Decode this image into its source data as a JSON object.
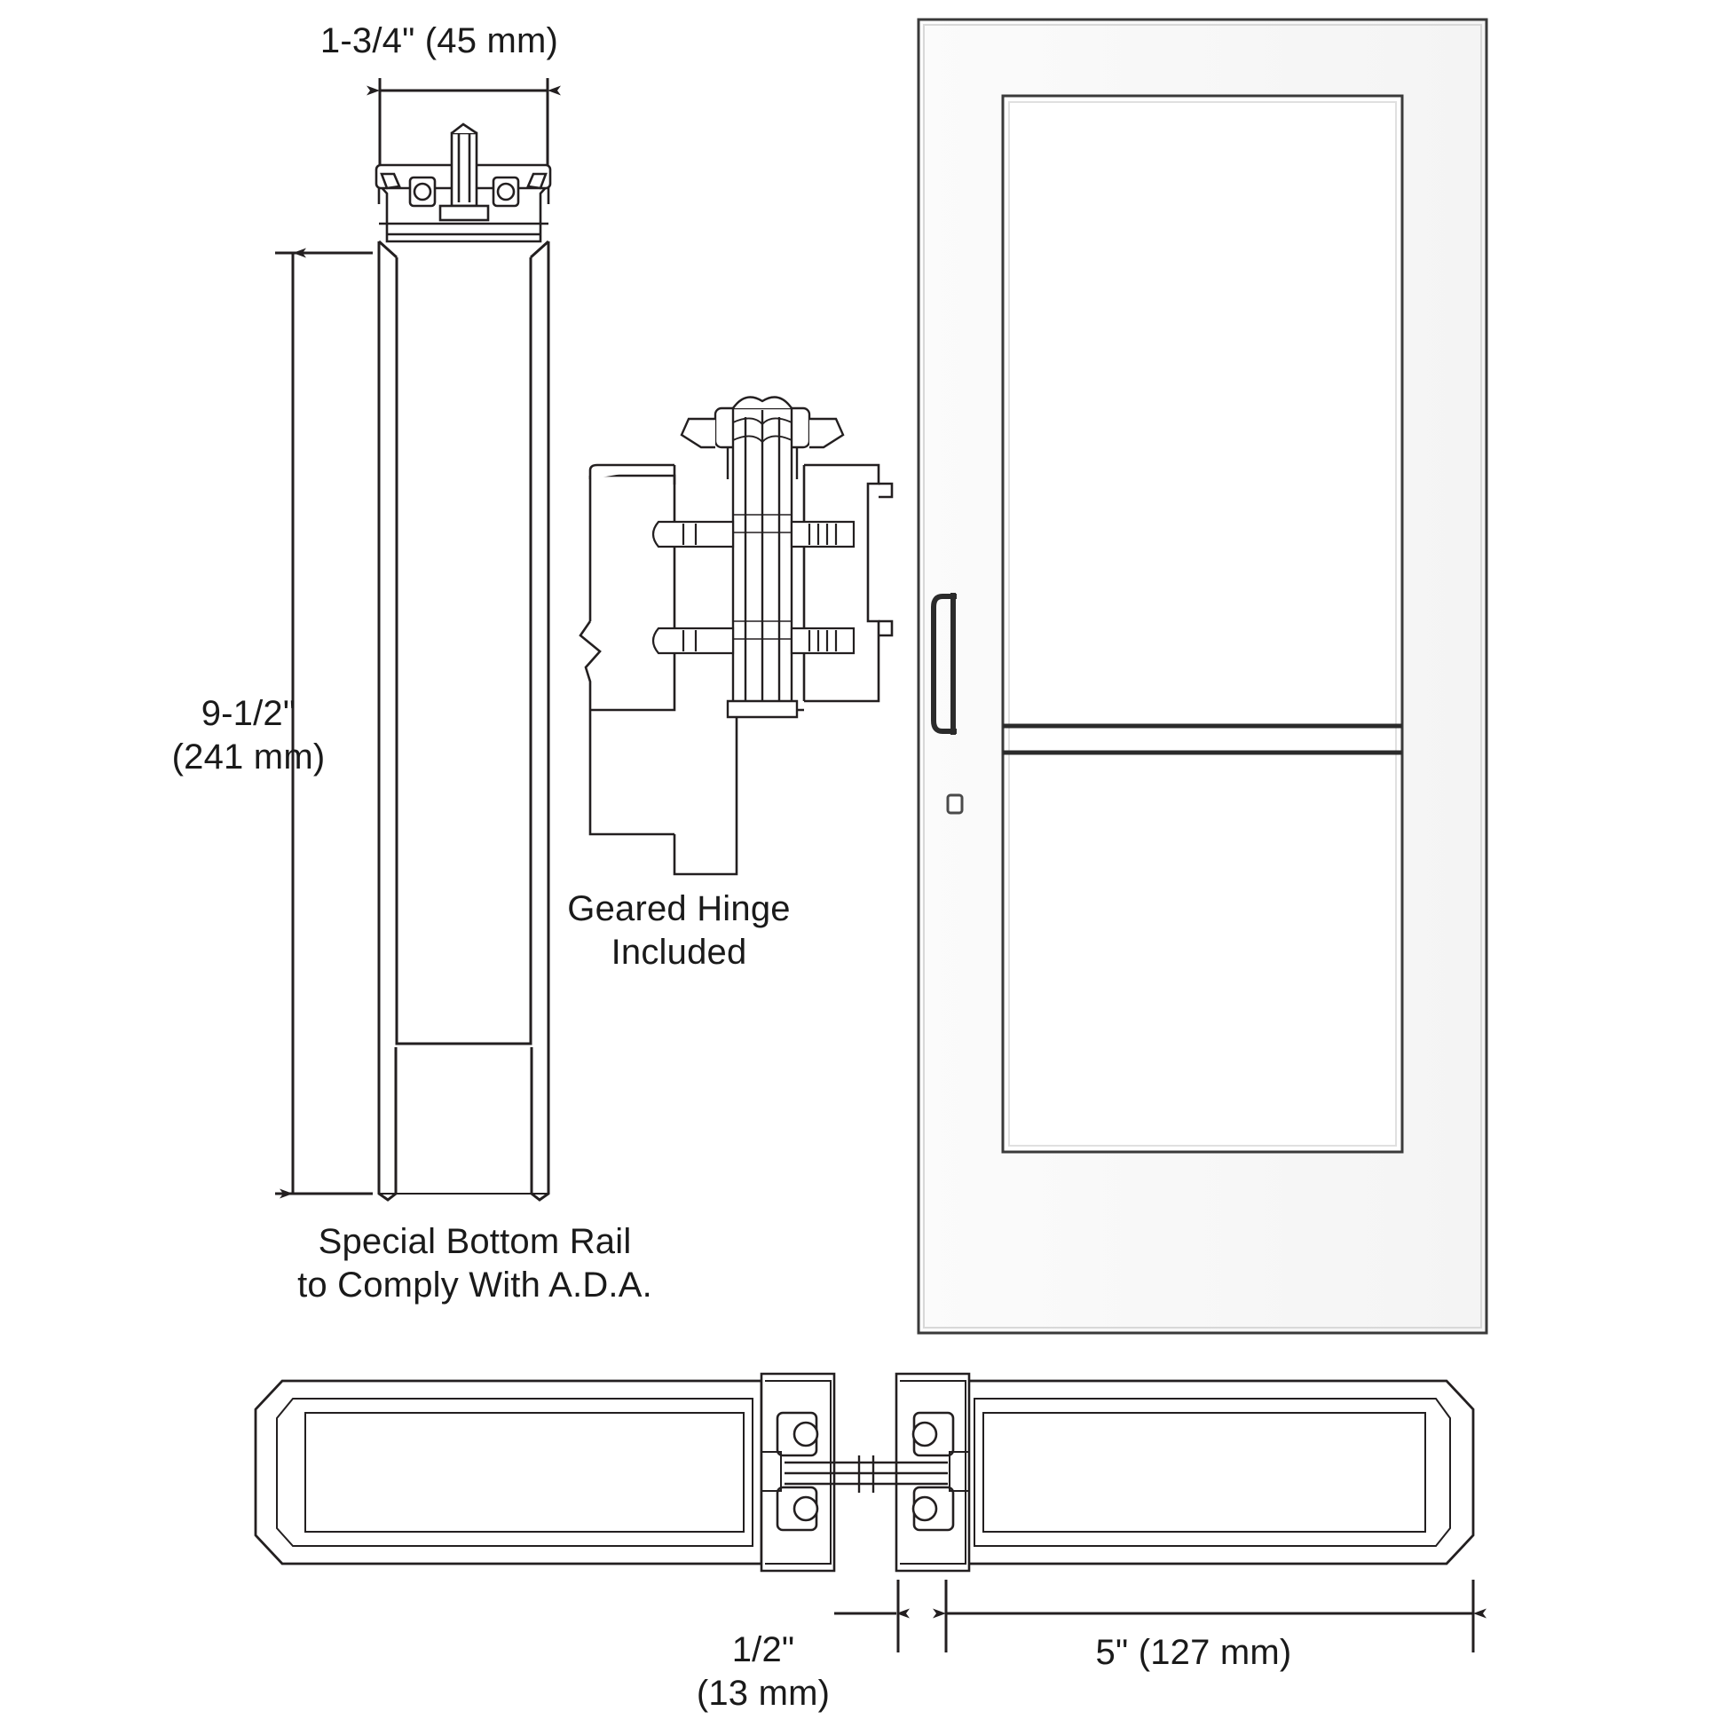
{
  "diagram": {
    "title": "Aluminum entrance door profile and hinge detail drawing",
    "labels": {
      "stile_width": "1-3/4\" (45 mm)",
      "bottom_rail_height": "9-1/2\"\n(241 mm)",
      "hinge_note": "Geared Hinge\nIncluded",
      "bottom_rail_note": "Special Bottom Rail\nto Comply With A.D.A.",
      "gap_dim": "1/2\"\n(13 mm)",
      "section_width": "5\" (127 mm)"
    },
    "colors": {
      "line": "#231f20",
      "door_face": "#fdfdfd",
      "door_edge": "#3a3a3a",
      "glass": "#ffffff",
      "hatch": "#4a4a4a"
    },
    "views": [
      {
        "name": "stile-section-vertical",
        "caption": "Special Bottom Rail to Comply With A.D.A."
      },
      {
        "name": "geared-hinge-section",
        "caption": "Geared Hinge Included"
      },
      {
        "name": "door-elevation",
        "caption": ""
      },
      {
        "name": "horizontal-section",
        "caption": ""
      }
    ]
  }
}
